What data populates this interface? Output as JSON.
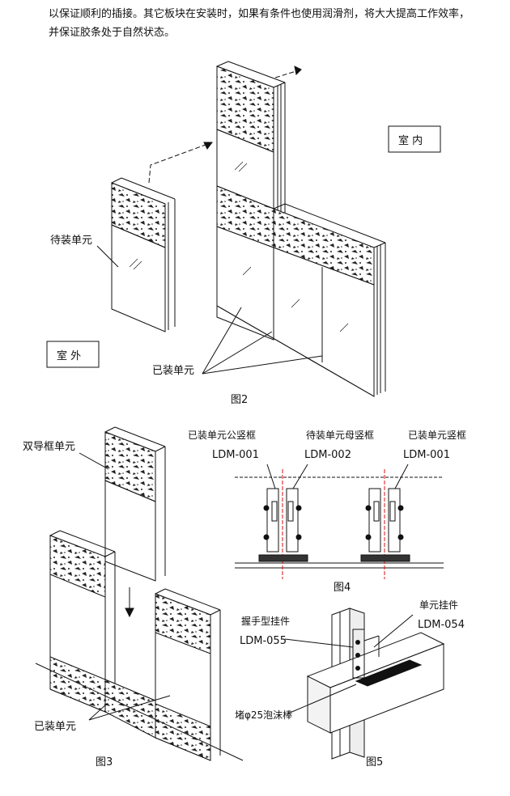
{
  "intro": {
    "line1": "以保证顺利的插接。其它板块在安装时，如果有条件也使用润滑剂，将大大提高工作效率，",
    "line2": "并保证胶条处于自然状态。"
  },
  "fig2": {
    "label_indoor": "室 内",
    "label_outdoor": "室 外",
    "label_pending_unit": "待装单元",
    "label_installed_unit": "已装单元",
    "caption": "图2"
  },
  "fig3": {
    "label_double_frame_unit": "双导框单元",
    "label_installed_unit": "已装单元",
    "caption": "图3"
  },
  "fig4": {
    "label_left": "已装单元公竖框",
    "code_left": "LDM-001",
    "label_mid": "待装单元母竖框",
    "code_mid": "LDM-002",
    "label_right": "已装单元竖框",
    "code_right": "LDM-001",
    "caption": "图4"
  },
  "fig5": {
    "label_unit_hanger": "单元挂件",
    "code_unit_hanger": "LDM-054",
    "label_handle_hanger": "握手型挂件",
    "code_handle_hanger": "LDM-055",
    "label_foam_rod": "堵φ25泡沫棒",
    "caption": "图5"
  }
}
